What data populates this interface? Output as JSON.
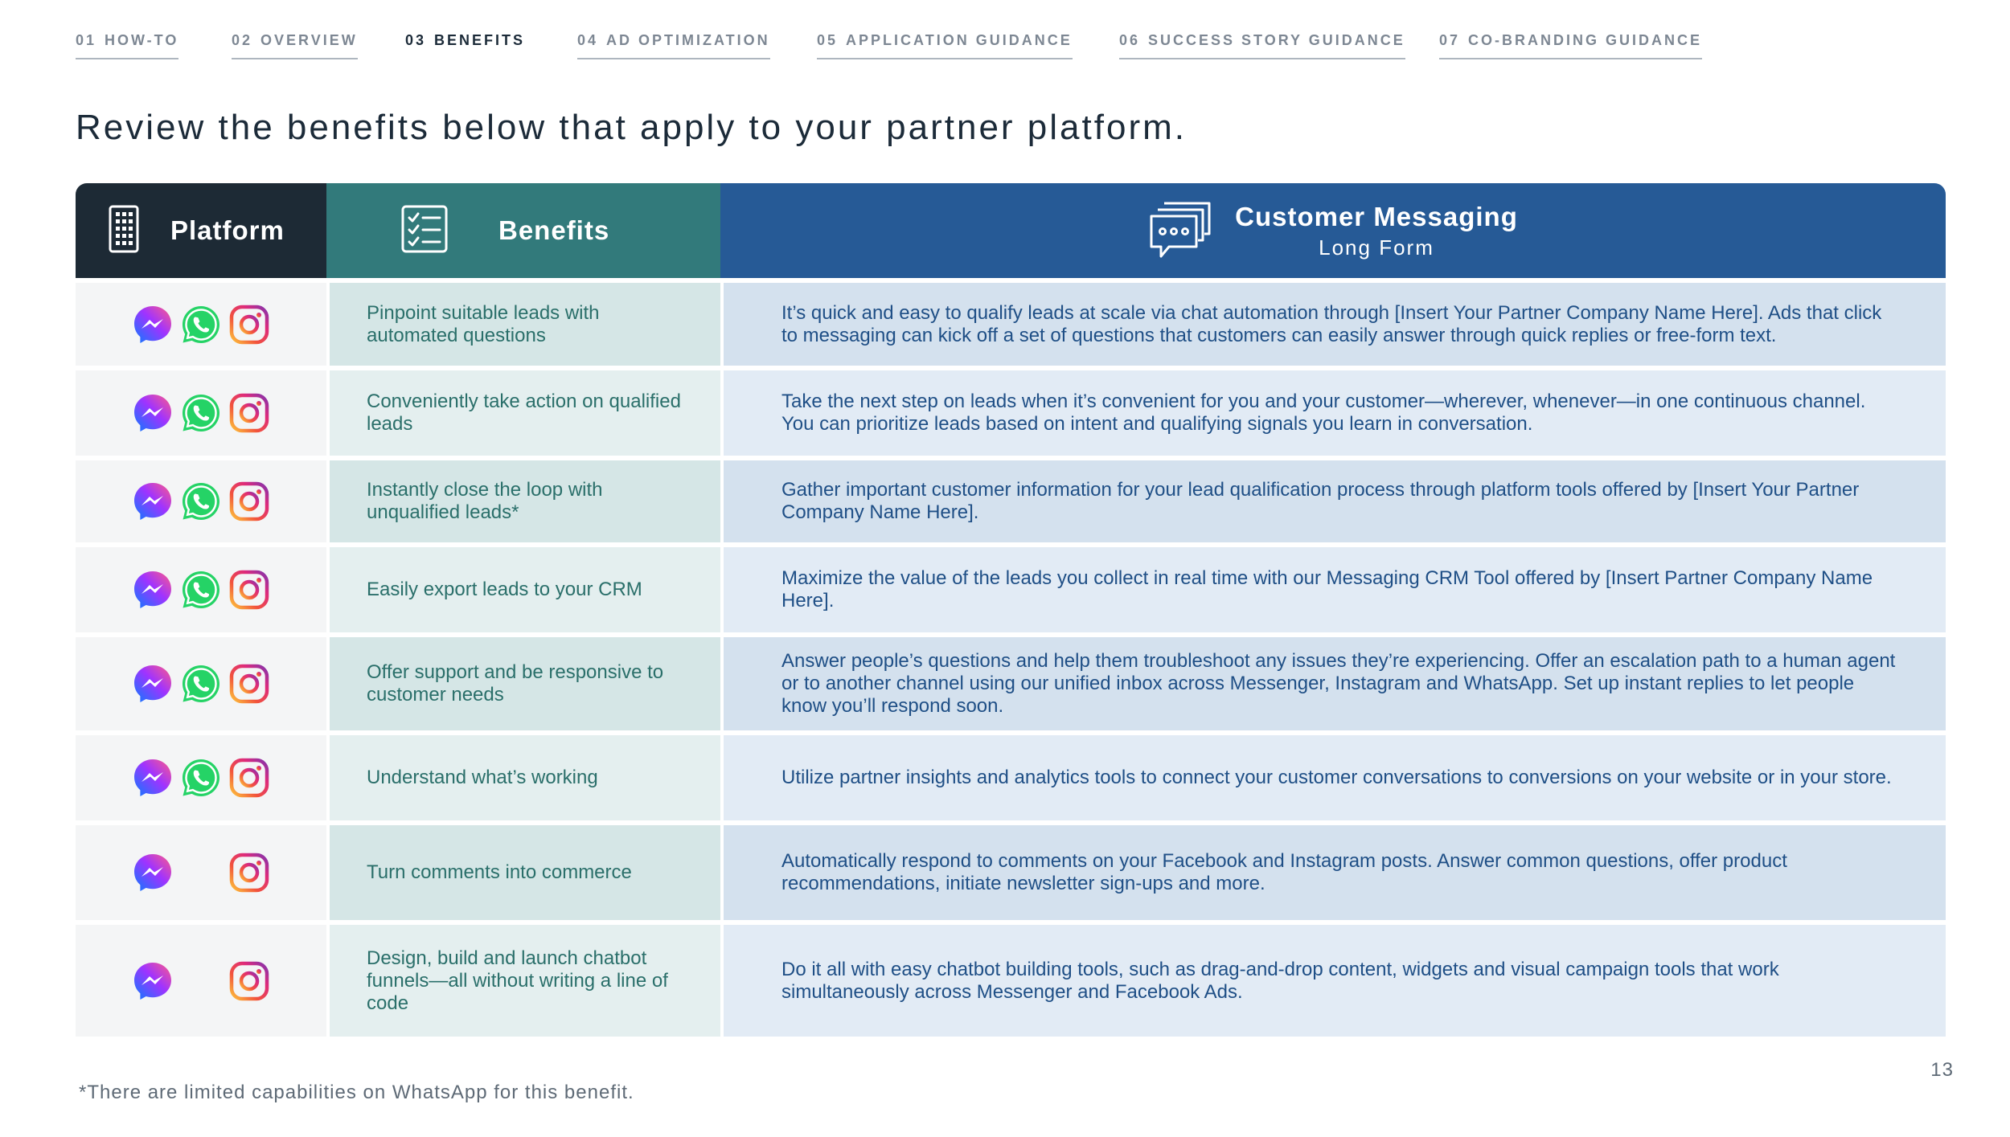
{
  "nav": [
    {
      "num": "01",
      "label": "HOW-TO",
      "active": false
    },
    {
      "num": "02",
      "label": "OVERVIEW",
      "active": false
    },
    {
      "num": "03",
      "label": "BENEFITS",
      "active": true
    },
    {
      "num": "04",
      "label": "AD OPTIMIZATION",
      "active": false
    },
    {
      "num": "05",
      "label": "APPLICATION GUIDANCE",
      "active": false
    },
    {
      "num": "06",
      "label": "SUCCESS STORY GUIDANCE",
      "active": false
    },
    {
      "num": "07",
      "label": "CO-BRANDING GUIDANCE",
      "active": false
    }
  ],
  "headline": "Review the benefits below that apply to your partner platform.",
  "table": {
    "header": {
      "platform": "Platform",
      "benefits": "Benefits",
      "messaging_title": "Customer Messaging",
      "messaging_subtitle": "Long Form"
    },
    "rows": [
      {
        "apps": [
          "messenger",
          "whatsapp",
          "instagram"
        ],
        "benefit": "Pinpoint suitable leads with automated questions",
        "detail": "It’s quick and easy to qualify leads at scale via chat automation through [Insert Your Partner Company Name Here]. Ads that click to messaging can kick off a set of questions that customers can easily answer through quick replies or free-form text."
      },
      {
        "apps": [
          "messenger",
          "whatsapp",
          "instagram"
        ],
        "benefit": "Conveniently take action on qualified leads",
        "detail": "Take the next step on leads when it’s convenient for you and your customer—wherever, whenever—in one continuous channel. You can prioritize leads based on intent and qualifying signals you learn in conversation."
      },
      {
        "apps": [
          "messenger",
          "whatsapp",
          "instagram"
        ],
        "benefit": "Instantly close the loop with unqualified leads*",
        "detail": "Gather important customer information for your lead qualification process through platform tools offered by [Insert Your Partner Company Name Here]."
      },
      {
        "apps": [
          "messenger",
          "whatsapp",
          "instagram"
        ],
        "benefit": "Easily export leads to your CRM",
        "detail": "Maximize the value of the leads you collect in real time with our Messaging CRM Tool offered by [Insert Partner Company Name Here]."
      },
      {
        "apps": [
          "messenger",
          "whatsapp",
          "instagram"
        ],
        "benefit": "Offer support and be responsive to customer needs",
        "detail": "Answer people’s questions and help them troubleshoot any issues they’re experiencing. Offer an escalation path to a human agent or to another channel using our unified inbox across Messenger, Instagram and WhatsApp. Set up instant replies to let people know you’ll respond soon."
      },
      {
        "apps": [
          "messenger",
          "whatsapp",
          "instagram"
        ],
        "benefit": "Understand what’s working",
        "detail": "Utilize partner insights and analytics tools to connect your customer conversations to conversions on your website or in your store."
      },
      {
        "apps": [
          "messenger",
          "instagram"
        ],
        "benefit": "Turn comments into commerce",
        "detail": "Automatically respond to comments on your Facebook and Instagram posts. Answer common questions, offer product recommendations, initiate newsletter sign-ups and more."
      },
      {
        "apps": [
          "messenger",
          "instagram"
        ],
        "benefit": "Design, build and launch chatbot funnels—all without writing a line of code",
        "detail": "Do it all with easy chatbot building tools, such as  drag-and-drop content, widgets and visual campaign tools that work simultaneously across Messenger and Facebook Ads."
      }
    ]
  },
  "footnote": "*There are limited capabilities on WhatsApp for this benefit.",
  "page_number": "13",
  "colors": {
    "platform_header": "#1d2a35",
    "benefits_header": "#327a7b",
    "messaging_header": "#265a96",
    "benefit_text": "#2a6f6a",
    "detail_text": "#1f4f86"
  },
  "icons": {
    "messenger": "messenger-icon",
    "whatsapp": "whatsapp-icon",
    "instagram": "instagram-icon"
  }
}
